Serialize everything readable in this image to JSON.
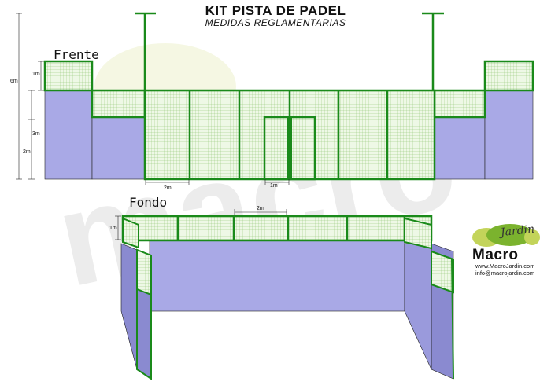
{
  "header": {
    "title": "KIT PISTA DE PADEL",
    "subtitle": "MEDIDAS REGLAMENTARIAS"
  },
  "front_view": {
    "label": "Frente",
    "dims": {
      "total_height": "6m",
      "top_panel": "1m",
      "wall_full": "3m",
      "wall_side": "2m",
      "panel_width": "2m",
      "door_width": "1m"
    }
  },
  "back_view": {
    "label": "Fondo",
    "dims": {
      "top_panel": "1m",
      "panel_width": "2m"
    }
  },
  "brand": {
    "logo_text": "Macro",
    "logo_script": "Jardin",
    "website": "www.MacroJardin.com",
    "email": "info@macrojardin.com"
  },
  "colors": {
    "mesh_green": "#1a8a1a",
    "wall_blue": "#a9a9e6",
    "wall_blue_dark": "#8a8ad0",
    "mesh_fill": "#eaf6e0"
  }
}
